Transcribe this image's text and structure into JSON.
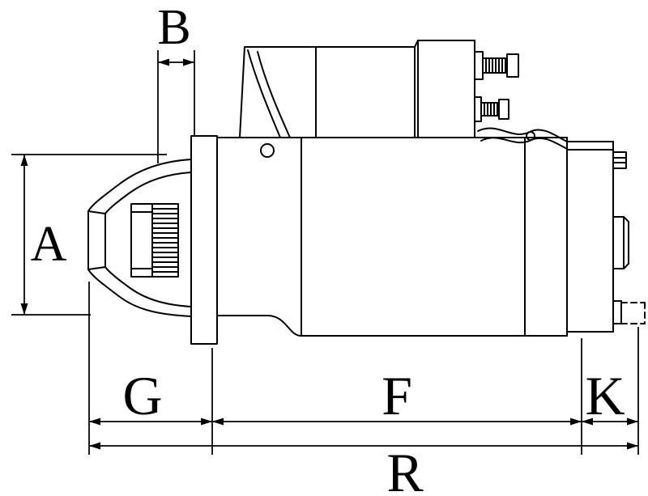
{
  "diagram": {
    "background_color": "#ffffff",
    "line_color": "#000000",
    "dimension_labels": {
      "a": "A",
      "b": "B",
      "g": "G",
      "f": "F",
      "k": "K",
      "r": "R"
    }
  }
}
